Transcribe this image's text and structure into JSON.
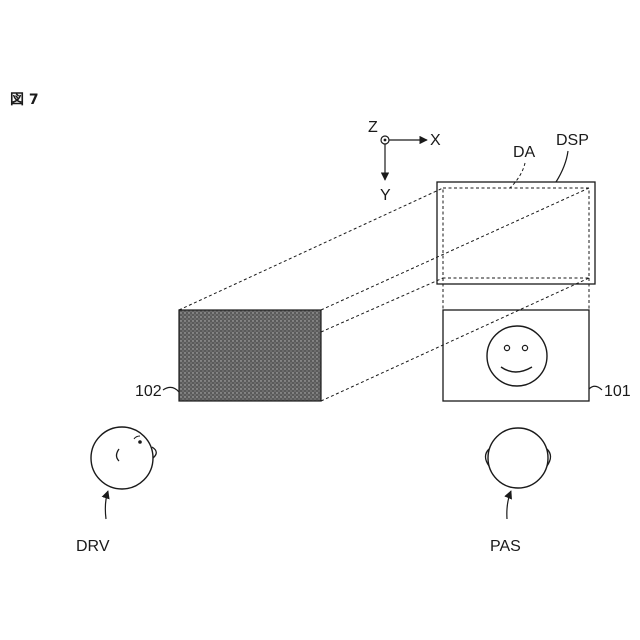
{
  "figure_label": "図 7",
  "axes": {
    "z_label": "Z",
    "x_label": "X",
    "y_label": "Y"
  },
  "labels": {
    "display_area": "DA",
    "display": "DSP",
    "shaded_block": "102",
    "screen_block": "101",
    "driver": "DRV",
    "passenger": "PAS"
  }
}
